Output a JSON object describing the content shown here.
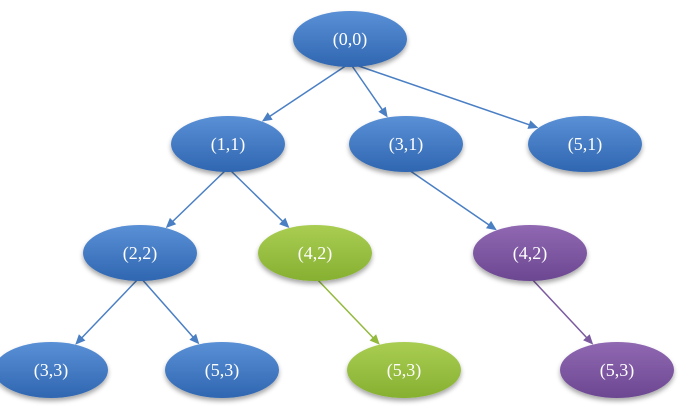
{
  "colors": {
    "blue": "#3f79c4",
    "green": "#97bf3f",
    "purple": "#7d55a0",
    "edge_blue": "#4a7fc4",
    "edge_green": "#93b93d",
    "edge_purple": "#7b5aa0"
  },
  "nodes": [
    {
      "id": "n00",
      "label": "(0,0)",
      "color": "blue"
    },
    {
      "id": "n11",
      "label": "(1,1)",
      "color": "blue"
    },
    {
      "id": "n31",
      "label": "(3,1)",
      "color": "blue"
    },
    {
      "id": "n51",
      "label": "(5,1)",
      "color": "blue"
    },
    {
      "id": "n22",
      "label": "(2,2)",
      "color": "blue"
    },
    {
      "id": "n42g",
      "label": "(4,2)",
      "color": "green"
    },
    {
      "id": "n42p",
      "label": "(4,2)",
      "color": "purple"
    },
    {
      "id": "n33",
      "label": "(3,3)",
      "color": "blue"
    },
    {
      "id": "n53b",
      "label": "(5,3)",
      "color": "blue"
    },
    {
      "id": "n53g",
      "label": "(5,3)",
      "color": "green"
    },
    {
      "id": "n53p",
      "label": "(5,3)",
      "color": "purple"
    }
  ],
  "edges": [
    {
      "from": "n00",
      "to": "n11",
      "color": "edge_blue"
    },
    {
      "from": "n00",
      "to": "n31",
      "color": "edge_blue"
    },
    {
      "from": "n00",
      "to": "n51",
      "color": "edge_blue"
    },
    {
      "from": "n11",
      "to": "n22",
      "color": "edge_blue"
    },
    {
      "from": "n11",
      "to": "n42g",
      "color": "edge_blue"
    },
    {
      "from": "n31",
      "to": "n42p",
      "color": "edge_blue"
    },
    {
      "from": "n22",
      "to": "n33",
      "color": "edge_blue"
    },
    {
      "from": "n22",
      "to": "n53b",
      "color": "edge_blue"
    },
    {
      "from": "n42g",
      "to": "n53g",
      "color": "edge_green"
    },
    {
      "from": "n42p",
      "to": "n53p",
      "color": "edge_purple"
    }
  ]
}
